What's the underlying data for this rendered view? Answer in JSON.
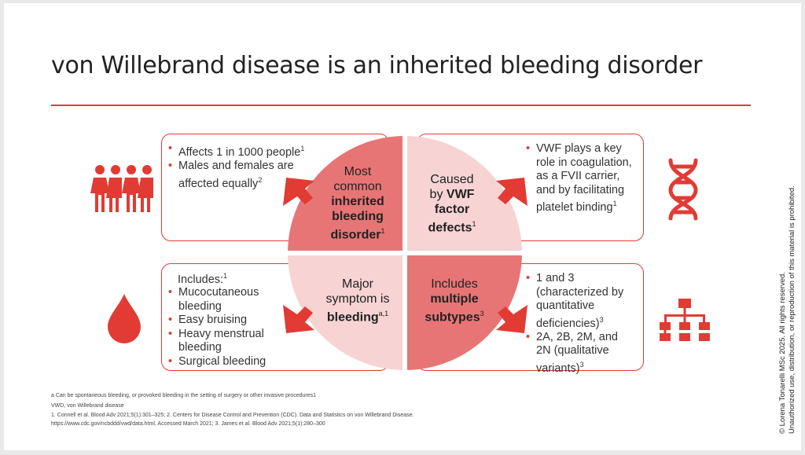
{
  "title": "von Willebrand disease is an inherited bleeding disorder",
  "colors": {
    "accent": "#e23b34",
    "quadrant_dark": "#e87575",
    "quadrant_light": "#f7d3d3"
  },
  "quadrants": {
    "tl": {
      "line1": "Most",
      "line2": "common",
      "bold1": "inherited",
      "bold2": "bleeding",
      "bold3": "disorder",
      "sup": "1"
    },
    "tr": {
      "line1": "Caused",
      "line2_a": "by ",
      "line2_b": "VWF",
      "bold2": "factor",
      "bold3": "defects",
      "sup": "1"
    },
    "bl": {
      "line1": "Major",
      "line2": "symptom is",
      "bold": "bleeding",
      "sup": "a,1"
    },
    "br": {
      "line1": "Includes",
      "bold1": "multiple",
      "bold2": "subtypes",
      "sup": "3"
    }
  },
  "boxes": {
    "tl": {
      "items": [
        {
          "text": "Affects 1 in 1000 people",
          "sup": "1"
        },
        {
          "text": "Males and females are affected equally",
          "sup": "2"
        }
      ]
    },
    "tr": {
      "items": [
        {
          "text": "VWF plays a key role in coagulation, as a FVII carrier, and by facilitating platelet binding",
          "sup": "1"
        }
      ]
    },
    "bl": {
      "heading": "Includes:",
      "heading_sup": "1",
      "items": [
        "Mucocutaneous bleeding",
        "Easy bruising",
        "Heavy menstrual bleeding",
        "Surgical bleeding"
      ]
    },
    "br": {
      "items": [
        {
          "text": "1 and 3 (characterized by quantitative deficiencies)",
          "sup": "3"
        },
        {
          "text": "2A, 2B, 2M, and 2N  (qualitative variants)",
          "sup": "3"
        }
      ]
    }
  },
  "icons": {
    "tl": "people-icon",
    "tr": "dna-icon",
    "bl": "blood-drop-icon",
    "br": "hierarchy-icon"
  },
  "footnotes": [
    "a Can be spontaneous bleeding, or provoked bleeding in the setting of surgery or other invasive procedures1",
    "VWD, von Willebrand disease",
    "1. Connell et al. Blood Adv 2021;5(1):301–325; 2. Centers for Disease Control and Prevention (CDC). Data and Statistics on von Willebrand Disease.",
    "https://www.cdc.gov/ncbddd/vwd/data.html.  Accessed March 2021; 3. James et al. Blood Adv 2021;5(1):280–300"
  ],
  "copyright": {
    "line1": "© Lorena Tonarelli MSc 2025. All rights reserved.",
    "line2": "Unauthorized use, distribution, or reproduction of this material is prohibited."
  }
}
